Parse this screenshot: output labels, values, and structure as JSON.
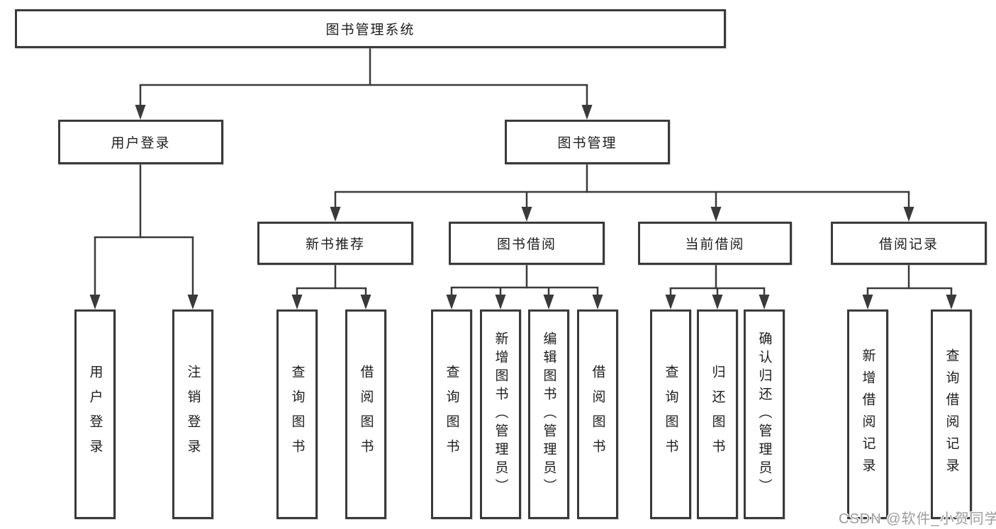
{
  "diagram": {
    "root": {
      "label": "图书管理系统",
      "children": [
        {
          "label": "用户登录",
          "children": [
            {
              "label": "用户登录"
            },
            {
              "label": "注销登录"
            }
          ]
        },
        {
          "label": "图书管理",
          "children": [
            {
              "label": "新书推荐",
              "children": [
                {
                  "label": "查询图书"
                },
                {
                  "label": "借阅图书"
                }
              ]
            },
            {
              "label": "图书借阅",
              "children": [
                {
                  "label": "查询图书"
                },
                {
                  "label": "新增图书（管理员）"
                },
                {
                  "label": "编辑图书（管理员）"
                },
                {
                  "label": "借阅图书"
                }
              ]
            },
            {
              "label": "当前借阅",
              "children": [
                {
                  "label": "查询图书"
                },
                {
                  "label": "归还图书"
                },
                {
                  "label": "确认归还（管理员）"
                }
              ]
            },
            {
              "label": "借阅记录",
              "children": [
                {
                  "label": "新增借阅记录"
                },
                {
                  "label": "查询借阅记录"
                }
              ]
            }
          ]
        }
      ]
    }
  },
  "watermark": {
    "text": "CSDN @软件_小贺同学"
  },
  "colors": {
    "line": "#3a3a3a",
    "box_border": "#3a3a3a",
    "text": "#1d1d1d",
    "background": "#ffffff",
    "watermark": "#9c9c9c"
  }
}
